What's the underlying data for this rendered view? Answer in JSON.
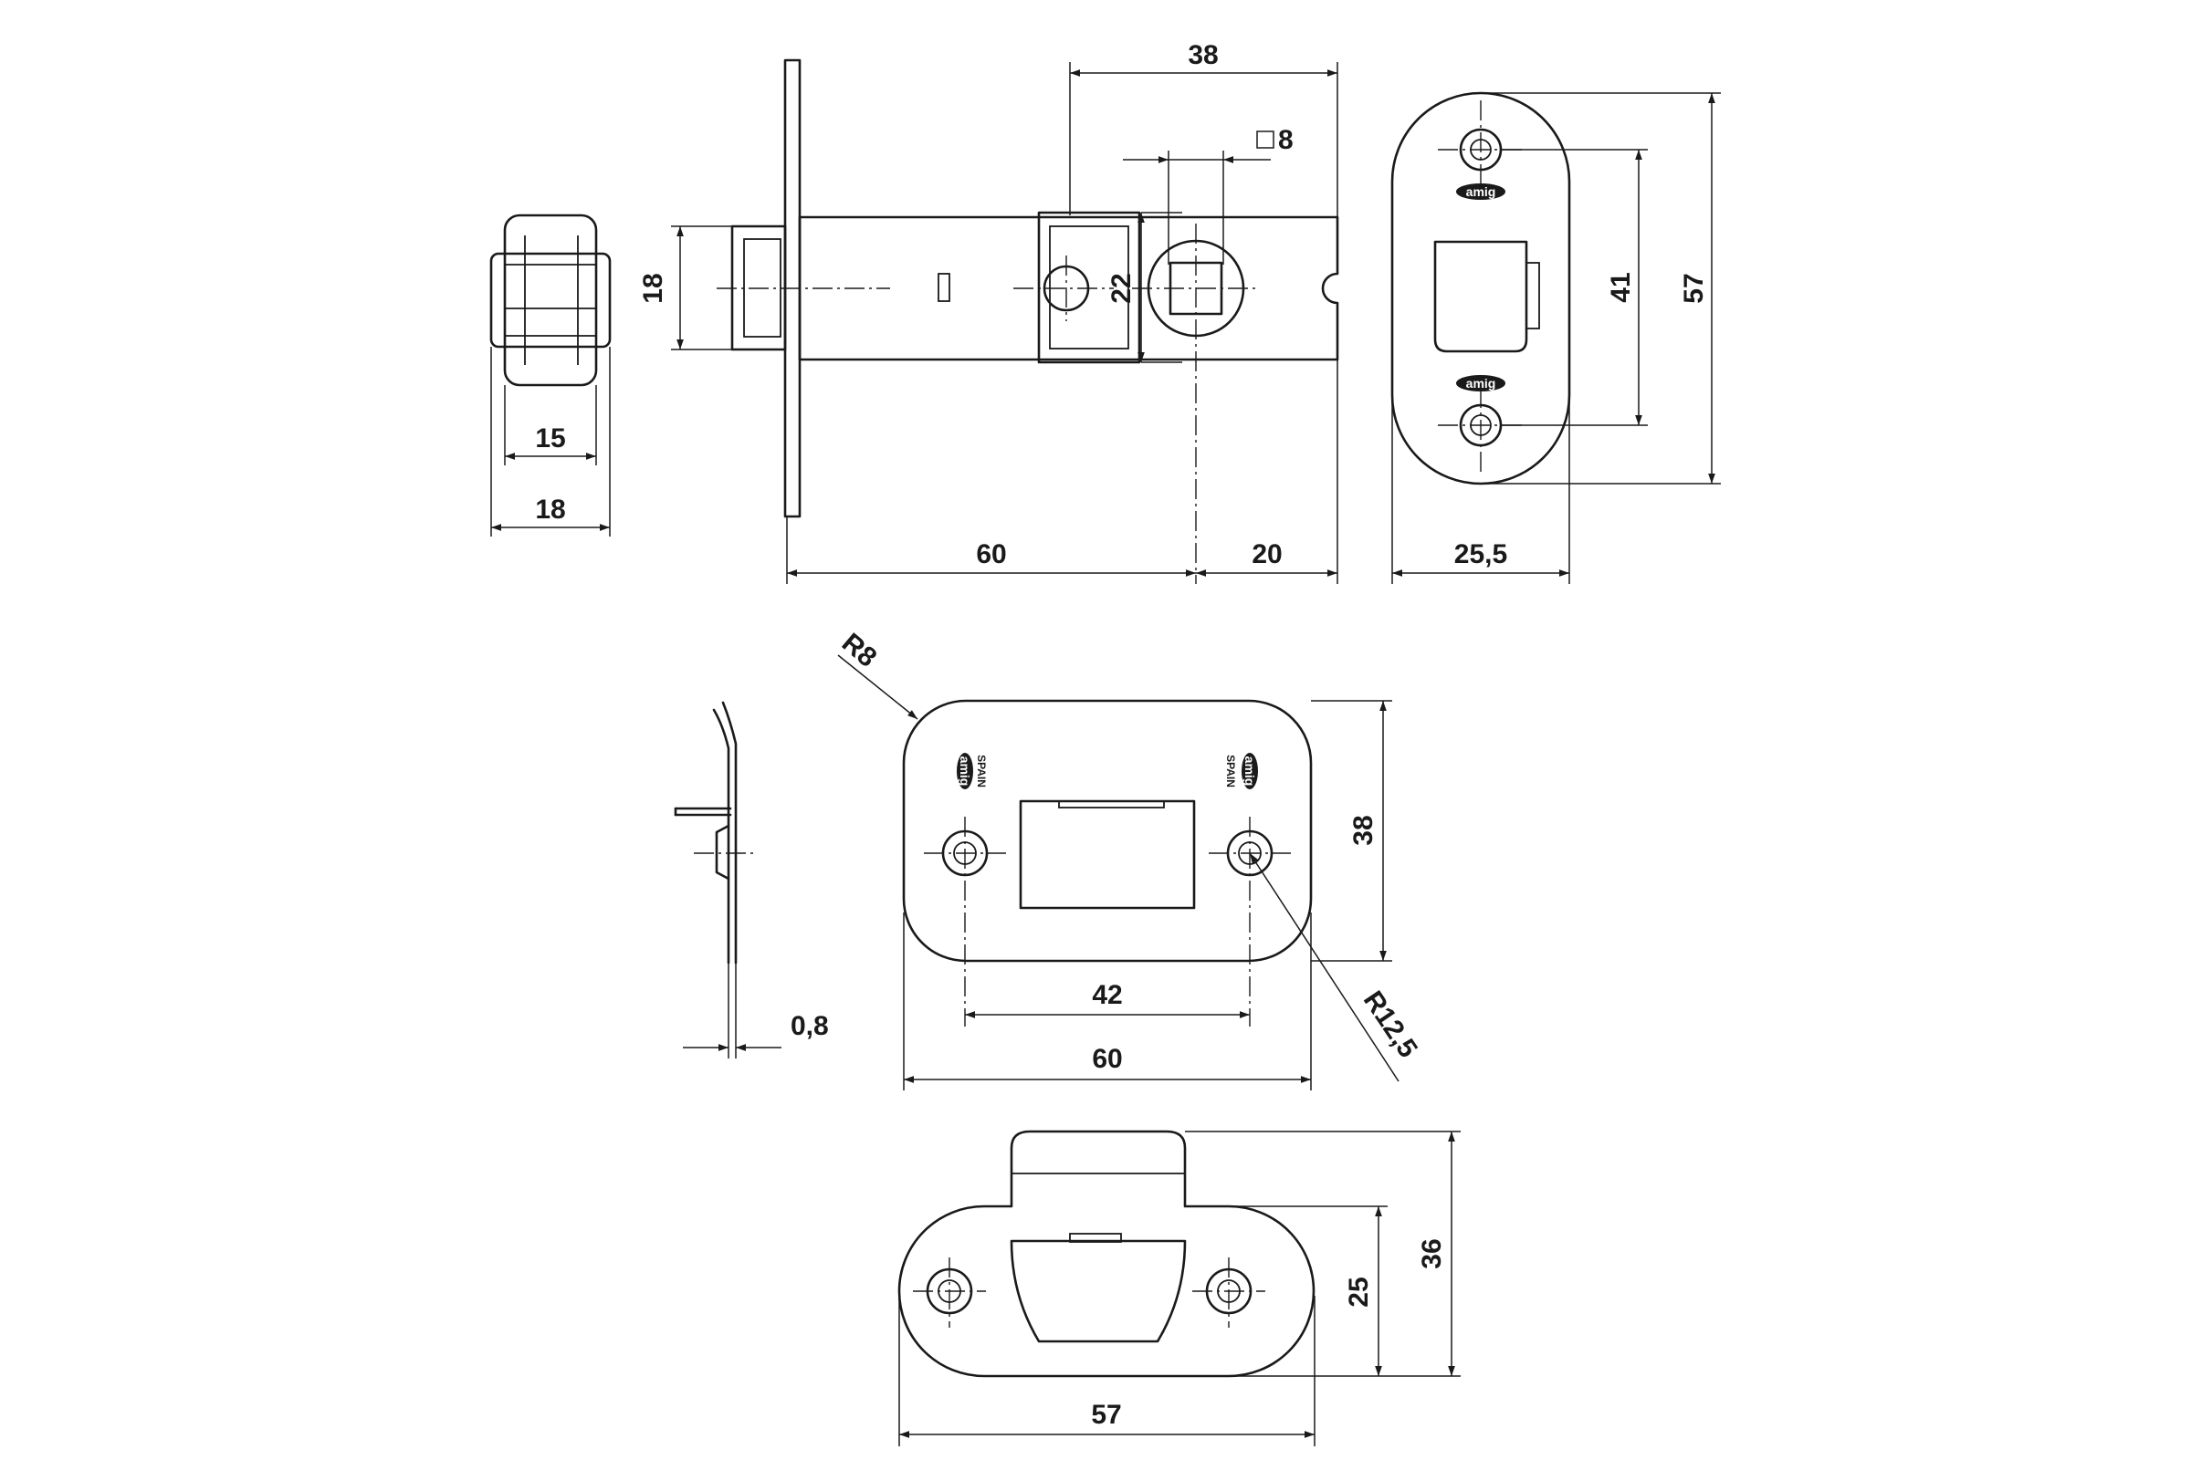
{
  "dimensions": {
    "bolt_end_inner_width": "15",
    "bolt_end_outer_width": "18",
    "latch_height": "18",
    "backset": "60",
    "case_depth_front": "20",
    "case_depth_top": "38",
    "spindle_square": "8",
    "spindle_hub": "22",
    "faceplate_screw_spacing": "41",
    "faceplate_height": "57",
    "faceplate_width": "25,5",
    "strike_corner_radius": "R8",
    "strike_height": "38",
    "strike_screw_spacing": "42",
    "strike_width": "60",
    "strike_lip_radius": "R12,5",
    "strike_thickness": "0,8",
    "lip_strike_height": "36",
    "lip_strike_body_height": "25",
    "lip_strike_width": "57"
  },
  "markings": {
    "brand_logo": "amig",
    "origin": "SPAIN"
  },
  "icons": {
    "square_symbol": "square-icon"
  }
}
